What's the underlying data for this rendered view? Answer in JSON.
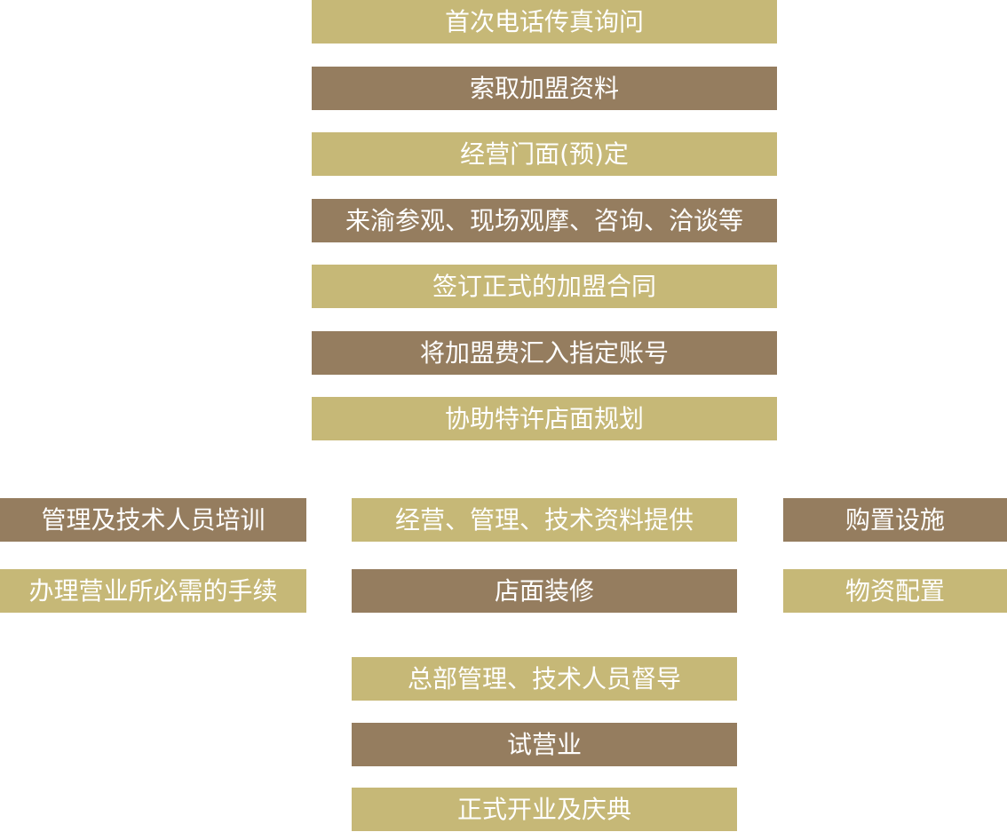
{
  "colors": {
    "light_box": "#c6b877",
    "dark_box": "#957d5f",
    "text": "#ffffff"
  },
  "steps": [
    "首次电话传真询问",
    "索取加盟资料",
    "经营门面(预)定",
    "来渝参观、现场观摩、咨询、洽谈等",
    "签订正式的加盟合同",
    "将加盟费汇入指定账号",
    "协助特许店面规划"
  ],
  "parallel": {
    "left": [
      "管理及技术人员培训",
      "办理营业所必需的手续"
    ],
    "middle": [
      "经营、管理、技术资料提供",
      "店面装修"
    ],
    "right": [
      "购置设施",
      "物资配置"
    ]
  },
  "final_steps": [
    "总部管理、技术人员督导",
    "试营业",
    "正式开业及庆典"
  ]
}
